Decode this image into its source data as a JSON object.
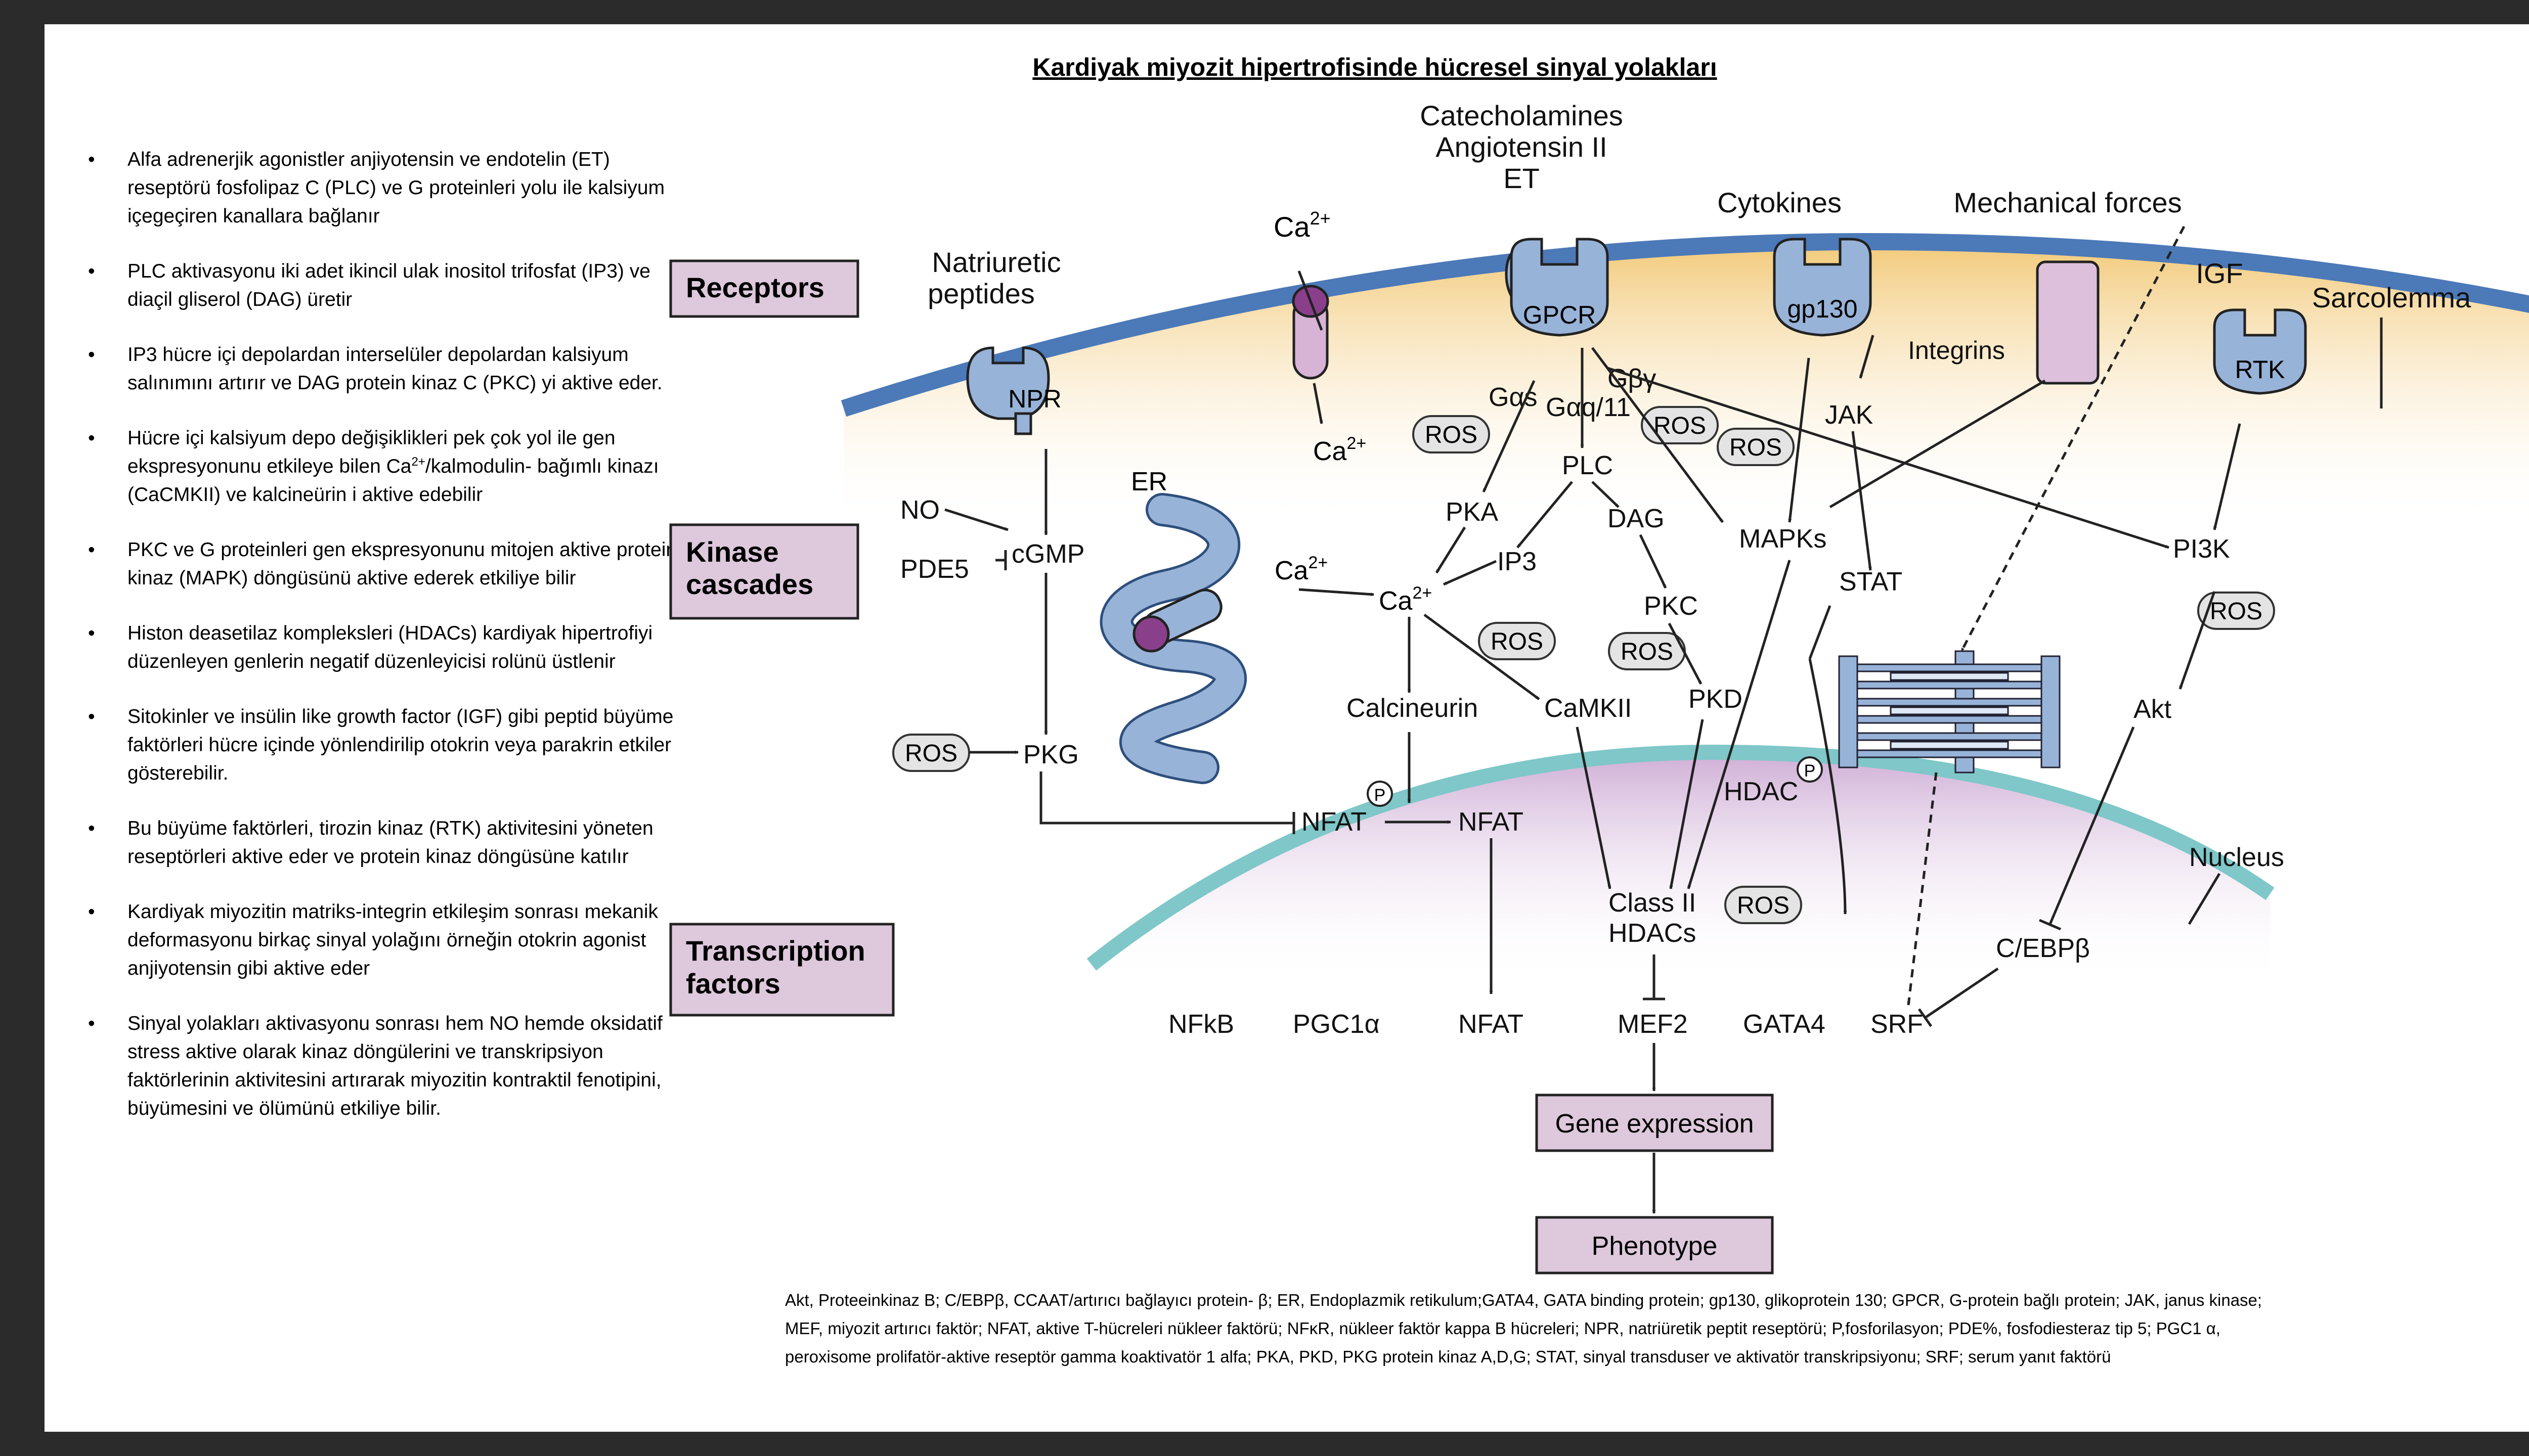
{
  "title": "Kardiyak miyozit hipertrofisinde hücresel sinyal yolakları",
  "bullets": [
    "Alfa adrenerjik agonistler anjiyotensin ve endotelin (ET) reseptörü  fosfolipaz C (PLC) ve G proteinleri yolu ile kalsiyum içegeçiren kanallara bağlanır",
    "PLC aktivasyonu iki adet ikincil ulak inositol trifosfat (IP3) ve diaçil gliserol (DAG) üretir",
    "IP3 hücre içi depolardan interselüler depolardan kalsiyum salınımını artırır ve DAG protein kinaz C (PKC) yi aktive eder.",
    {
      "pre": "Hücre içi kalsiyum depo değişiklikleri pek çok yol ile gen ekspresyonunu etkileye bilen  Ca",
      "sup": "2+",
      "post": "/kalmodulin- bağımlı kinazı (CaCMKII) ve kalcineürin i aktive edebilir"
    },
    "PKC ve G proteinleri gen ekspresyonunu mitojen aktive protein kinaz (MAPK) döngüsünü aktive ederek etkiliye bilir",
    "Histon deasetilaz kompleksleri (HDACs) kardiyak hipertrofiyi düzenleyen genlerin negatif düzenleyicisi rolünü üstlenir",
    "Sitokinler ve insülin like growth factor (IGF) gibi peptid büyüme faktörleri hücre içinde yönlendirilip otokrin veya parakrin etkiler gösterebilir.",
    "Bu büyüme faktörleri, tirozin kinaz (RTK) aktivitesini yöneten reseptörleri aktive eder ve protein kinaz döngüsüne katılır",
    "Kardiyak miyozitin matriks-integrin etkileşim sonrası mekanik deformasyonu birkaç sinyal yolağını örneğin otokrin agonist anjiyotensin gibi aktive eder",
    "Sinyal yolakları aktivasyonu sonrası hem NO hemde oksidatif stress aktive olarak kinaz döngülerini ve transkripsiyon faktörlerinin aktivitesini artırarak miyozitin kontraktil fenotipini, büyümesini ve ölümünü etkiliye bilir."
  ],
  "side_labels": {
    "receptors": "Receptors",
    "kinase_1": "Kinase",
    "kinase_2": "cascades",
    "tf_1": "Transcription",
    "tf_2": "factors"
  },
  "labels": {
    "catecholamines": "Catecholamines",
    "angiotensin": "Angiotensin II",
    "et": "ET",
    "cytokines": "Cytokines",
    "mechanical": "Mechanical forces",
    "igf": "IGF",
    "sarcolemma": "Sarcolemma",
    "natriuretic": "Natriuretic",
    "peptides": "peptides",
    "ca": "Ca",
    "sup2": "2+",
    "npr": "NPR",
    "gpcr": "GPCR",
    "gp130": "gp130",
    "rtk": "RTK",
    "integrins": "Integrins",
    "gas": "Gαs",
    "gaq": "Gαq/11",
    "gbg": "Gβγ",
    "jak": "JAK",
    "plc": "PLC",
    "pka": "PKA",
    "dag": "DAG",
    "ip3": "IP3",
    "mapks": "MAPKs",
    "stat": "STAT",
    "pi3k": "PI3K",
    "no": "NO",
    "pde5": "PDE5",
    "cgmp": "cGMP",
    "er": "ER",
    "pkc": "PKC",
    "pkd": "PKD",
    "calcineurin": "Calcineurin",
    "camkii": "CaMKII",
    "akt": "Akt",
    "pkg": "PKG",
    "p": "P",
    "hdac": "HDAC",
    "nfat": "NFAT",
    "nucleus": "Nucleus",
    "class2": "Class II",
    "hdacs": "HDACs",
    "cebp": "C/EBPβ",
    "nfkb": "NFkB",
    "pgc1a": "PGC1α",
    "mef2": "MEF2",
    "gata4": "GATA4",
    "srf": "SRF",
    "gene_expression": "Gene expression",
    "phenotype": "Phenotype",
    "ros": "ROS"
  },
  "abbreviations": [
    "Akt, Proteeinkinaz B; C/EBPβ, CCAAT/artırıcı bağlayıcı protein- β; ER, Endoplazmik retikulum;GATA4, GATA binding protein; gp130, glikoprotein 130; GPCR, G-protein bağlı protein; JAK, janus kinase;",
    "MEF, miyozit artırıcı faktör; NFAT, aktive T-hücreleri nükleer faktörü; NFκR, nükleer faktör kappa B hücreleri; NPR, natriüretik peptit reseptörü; P,fosforilasyon; PDE%, fosfodiesteraz tip 5; PGC1 α,",
    "peroxisome prolifatör-aktive reseptör gamma koaktivatör 1 alfa; PKA, PKD, PKG protein kinaz A,D,G; STAT, sinyal transduser ve aktivatör transkripsiyonu; SRF; serum yanıt faktörü"
  ],
  "colors": {
    "background": "#2b2b2b",
    "membrane": "#4c79b8",
    "cytoplasm": "#f2c978",
    "nucleus_rim": "#7fc7c8",
    "nucleus_fill": "#d8bedd",
    "receptor": "#98b3d8",
    "ros_fill": "#e4e4e4",
    "label_box": "#ddc8dc"
  }
}
